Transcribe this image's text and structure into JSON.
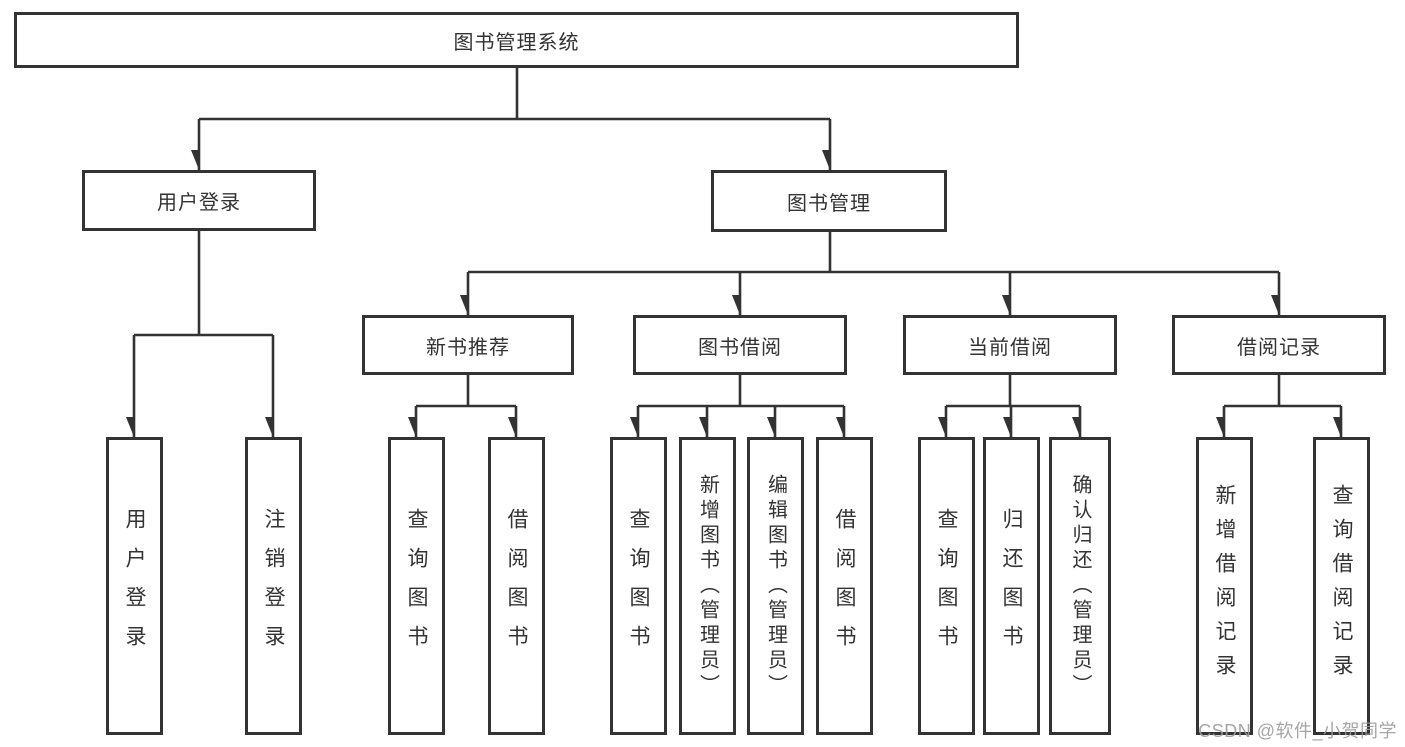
{
  "diagram_title": "图书管理系统",
  "nodes": {
    "root": "图书管理系统",
    "user_login": "用户登录",
    "book_mgmt": "图书管理",
    "new_book": "新书推荐",
    "book_borrow": "图书借阅",
    "current_borrow": "当前借阅",
    "borrow_record": "借阅记录",
    "leaf_user_login": "用户登录",
    "leaf_logout": "注销登录",
    "leaf_nb_query": "查询图书",
    "leaf_nb_borrow": "借阅图书",
    "leaf_bb_query": "查询图书",
    "leaf_bb_add": "新增图书（管理员）",
    "leaf_bb_edit": "编辑图书（管理员）",
    "leaf_bb_borrow": "借阅图书",
    "leaf_cb_query": "查询图书",
    "leaf_cb_return": "归还图书",
    "leaf_cb_confirm": "确认归还（管理员）",
    "leaf_br_add": "新增借阅记录",
    "leaf_br_query": "查询借阅记录"
  },
  "colors": {
    "line": "#333333",
    "box_border": "#333333",
    "box_fill": "#ffffff",
    "text": "#333333",
    "watermark": "#9c9c9c",
    "background": "#ffffff"
  },
  "watermark": "CSDN @软件_小贺同学"
}
